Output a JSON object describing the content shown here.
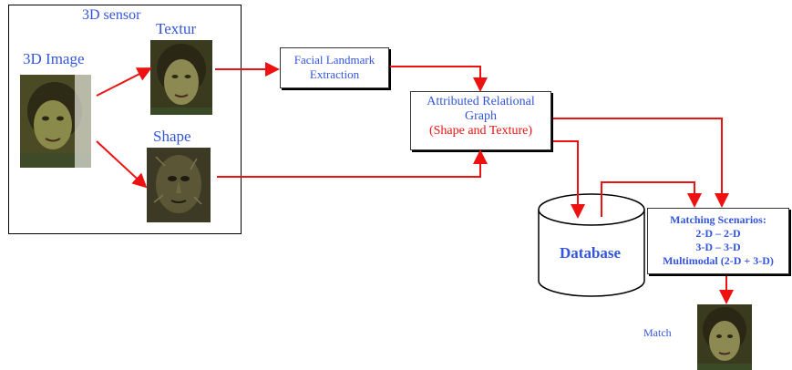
{
  "labels": {
    "sensor": "3D sensor",
    "image": "3D Image",
    "texture": "Textur",
    "shape": "Shape",
    "match": "Match"
  },
  "boxes": {
    "landmark": [
      "Facial Landmark",
      "Extraction"
    ],
    "graph": [
      "Attributed Relational",
      "Graph",
      "(Shape and Texture)"
    ],
    "database": "Database",
    "matching": [
      "Matching Scenarios:",
      "2-D – 2-D",
      "3-D – 3-D",
      "Multimodal (2-D + 3-D)"
    ]
  },
  "colors": {
    "text_blue": "#3355dd",
    "arrow_red": "#ee1111",
    "highlight_red": "#ee1111",
    "photo_skin": "#6b6a3a",
    "photo_dark": "#2a2a1a"
  },
  "icons": {
    "image": "face-photo-icon",
    "texture": "face-texture-icon",
    "shape": "face-shape-icon",
    "match": "face-match-icon",
    "database": "database-cylinder-icon"
  }
}
